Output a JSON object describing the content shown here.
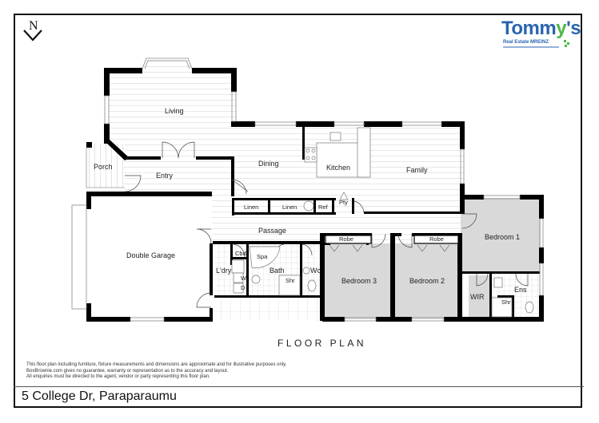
{
  "compass": {
    "letter": "N",
    "icon": "north-arrow-icon"
  },
  "logo": {
    "brand_prefix": "Tomm",
    "brand_y": "y",
    "brand_suffix": "'s",
    "subtitle": "Real Estate MREINZ",
    "colors": {
      "blue": "#2a64b0",
      "green": "#4db848"
    }
  },
  "rooms": {
    "living": "Living",
    "porch": "Porch",
    "entry": "Entry",
    "dining": "Dining",
    "kitchen": "Kitchen",
    "family": "Family",
    "linen1": "Linen",
    "linen2": "Linen",
    "ref": "Ref",
    "pty": "Pty",
    "passage": "Passage",
    "double_garage": "Double Garage",
    "cbd": "Cbd",
    "spa": "Spa",
    "laundry": "L'dry",
    "washer": "W",
    "dryer": "D",
    "bath": "Bath",
    "bath_shower": "Shr",
    "wc": "Wc",
    "robe3": "Robe",
    "robe2": "Robe",
    "bedroom3": "Bedroom 3",
    "bedroom2": "Bedroom 2",
    "bedroom1": "Bedroom 1",
    "wir": "WIR",
    "ens": "Ens",
    "ens_shower": "Shr"
  },
  "plan_title": "FLOOR PLAN",
  "disclaimer": [
    "This floor plan including furniture, fixture measurements and dimensions are approximate and for illustrative purposes only.",
    "BoxBrownie.com gives no guarantee, warranty or representation as to the accuracy and layout.",
    "All enquiries must be directed to the agent, vendor or party representing this floor plan."
  ],
  "address": "5 College Dr, Paraparaumu"
}
